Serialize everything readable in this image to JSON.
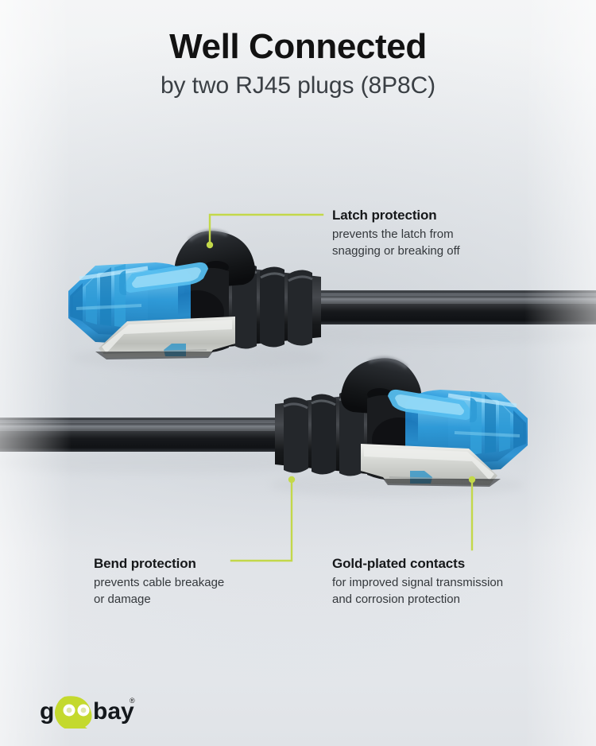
{
  "header": {
    "title": "Well Connected",
    "subtitle": "by two RJ45 plugs (8P8C)"
  },
  "callouts": [
    {
      "id": "latch",
      "title": "Latch protection",
      "line1": "prevents the latch from",
      "line2": "snagging or breaking off"
    },
    {
      "id": "bend",
      "title": "Bend protection",
      "line1": "prevents cable breakage",
      "line2": "or damage"
    },
    {
      "id": "gold",
      "title": "Gold-plated contacts",
      "line1": "for improved signal transmission",
      "line2": "and corrosion protection"
    }
  ],
  "brand": {
    "name": "goobay",
    "name_part1": "g",
    "name_part2": "oo",
    "name_part3": "bay",
    "registered_mark": "®",
    "logo_green": "#c4d92e",
    "logo_black": "#14181c"
  },
  "colors": {
    "leader_line": "#c3d84a",
    "heading_text": "#16181a",
    "body_text": "#34383c",
    "title_text": "#121212",
    "subtitle_text": "#3a3f44",
    "cable_black": "#1d1f22",
    "plug_blue": "#2f9bdc",
    "plug_shield_silver": "#c9cbc8",
    "background_light": "#f4f5f6",
    "background_mid": "#dde1e5"
  },
  "product": {
    "connector_type": "RJ45",
    "pin_config": "8P8C",
    "plug_count": 2,
    "features": [
      "Latch protection",
      "Bend protection",
      "Gold-plated contacts"
    ]
  }
}
